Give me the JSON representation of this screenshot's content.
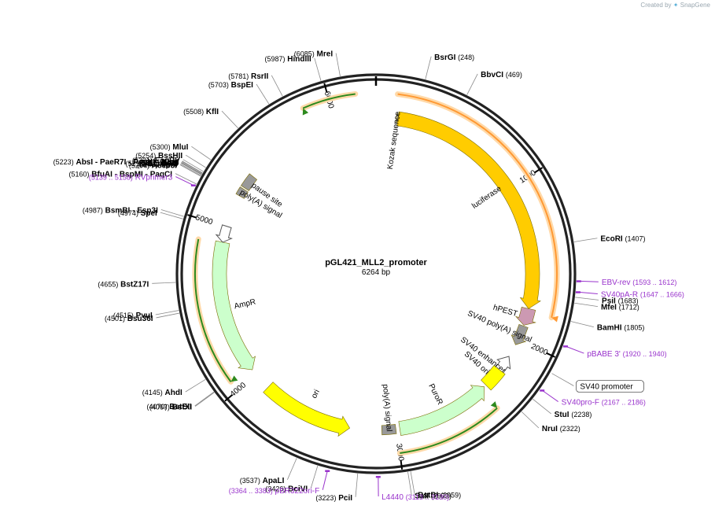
{
  "watermark": {
    "created_by": "Created by",
    "logo_icon": "snapgene-logo-icon",
    "brand": "SnapGene"
  },
  "plasmid": {
    "name": "pGL421_MLL2_promoter",
    "size": "6264 bp",
    "total_bp": 6264
  },
  "ticks": [
    {
      "bp": 0,
      "label": ""
    },
    {
      "bp": 1000,
      "label": "1000"
    },
    {
      "bp": 2000,
      "label": "2000"
    },
    {
      "bp": 3000,
      "label": "3000"
    },
    {
      "bp": 4000,
      "label": "4000"
    },
    {
      "bp": 5000,
      "label": "5000"
    },
    {
      "bp": 6000,
      "label": "6000"
    }
  ],
  "features": [
    {
      "name": "luciferase",
      "label": "luciferase",
      "start": 140,
      "end": 1790,
      "strand": 1,
      "type": "cds",
      "color": "#ffcc00"
    },
    {
      "name": "hPEST",
      "label": "hPEST",
      "start": 1790,
      "end": 1900,
      "strand": 1,
      "type": "cds",
      "color": "#cc99b2"
    },
    {
      "name": "sv40-polya",
      "label": "SV40 poly(A) signal",
      "start": 1905,
      "end": 2035,
      "strand": 1,
      "type": "terminator",
      "color": "#999999"
    },
    {
      "name": "sv40-enhancer",
      "label": "SV40 enhancer",
      "start": 2120,
      "end": 2310,
      "strand": -1,
      "type": "enhancer",
      "color": "#ffffff"
    },
    {
      "name": "sv40-ori",
      "label": "SV40 ori",
      "start": 2225,
      "end": 2355,
      "strand": 0,
      "type": "ori",
      "color": "#ffff00"
    },
    {
      "name": "puror",
      "label": "PuroR",
      "start": 2370,
      "end": 2980,
      "strand": -1,
      "type": "cds",
      "color": "#ccffcc"
    },
    {
      "name": "bgh-polya",
      "label": "poly(A) signal",
      "start": 3005,
      "end": 3095,
      "strand": 0,
      "type": "terminator",
      "color": "#999999"
    },
    {
      "name": "ori",
      "label": "ori",
      "start": 3300,
      "end": 3890,
      "strand": -1,
      "type": "ori",
      "color": "#ffff00"
    },
    {
      "name": "ampr",
      "label": "AmpR",
      "start": 4040,
      "end": 4900,
      "strand": -1,
      "type": "cds",
      "color": "#ccffcc"
    },
    {
      "name": "ampr-promoter",
      "label": "",
      "start": 4900,
      "end": 5005,
      "strand": -1,
      "type": "promoter",
      "color": "#ffffff"
    },
    {
      "name": "polya-signal-2",
      "label": "poly(A) signal",
      "start": 5215,
      "end": 5265,
      "strand": 0,
      "type": "terminator",
      "color": "#999999"
    },
    {
      "name": "pause-site",
      "label": "pause site",
      "start": 5275,
      "end": 5365,
      "strand": 0,
      "type": "misc",
      "color": "#999999"
    },
    {
      "name": "kozak",
      "label": "Kozak sequence",
      "start": 130,
      "end": 140,
      "strand": 0,
      "type": "misc",
      "color": "#999999"
    }
  ],
  "orf_arrows": [
    {
      "name": "orf-luciferase",
      "start": 120,
      "end": 1810,
      "strand": 1
    },
    {
      "name": "orf-puror",
      "start": 2400,
      "end": 3000,
      "strand": -1
    },
    {
      "name": "orf-ampr",
      "start": 4060,
      "end": 4890,
      "strand": -1
    },
    {
      "name": "orf-upper",
      "start": 5850,
      "end": 6150,
      "strand": -1
    }
  ],
  "sites": [
    {
      "name": "MreI",
      "pos": "(6085)",
      "bp": 6085
    },
    {
      "name": "HindIII",
      "pos": "(5987)",
      "bp": 5987
    },
    {
      "name": "RsrII",
      "pos": "(5781)",
      "bp": 5781
    },
    {
      "name": "BspEI",
      "pos": "(5703)",
      "bp": 5703
    },
    {
      "name": "KflI",
      "pos": "(5508)",
      "bp": 5508
    },
    {
      "name": "MluI",
      "pos": "(5300)",
      "bp": 5300
    },
    {
      "name": "BssHII",
      "pos": "(5254)",
      "bp": 5254
    },
    {
      "name": "EcoRV",
      "pos": "(5231)",
      "bp": 5231
    },
    {
      "name": "AbsI - PaeR7I - PspXI - XhoI",
      "pos": "(5223)",
      "bp": 5223
    },
    {
      "name": "BmtI",
      "pos": "(5221)",
      "bp": 5221
    },
    {
      "name": "NheI",
      "pos": "(5217)",
      "bp": 5217
    },
    {
      "name": "SacI",
      "pos": "(5215)",
      "bp": 5215
    },
    {
      "name": "Eco53kI",
      "pos": "(5213)",
      "bp": 5213
    },
    {
      "name": "KpnI",
      "pos": "(5208)",
      "bp": 5208
    },
    {
      "name": "Acc65I",
      "pos": "(5204)",
      "bp": 5204
    },
    {
      "name": "BfuAI - BspMI - PaqCI",
      "pos": "(5160)",
      "bp": 5160
    },
    {
      "name": "BsmBI - Esp3I",
      "pos": "(4987)",
      "bp": 4987
    },
    {
      "name": "SpeI",
      "pos": "(4974)",
      "bp": 4974
    },
    {
      "name": "BstZ17I",
      "pos": "(4655)",
      "bp": 4655
    },
    {
      "name": "PvuI",
      "pos": "(4515)",
      "bp": 4515
    },
    {
      "name": "Bsu36I",
      "pos": "(4501)",
      "bp": 4501
    },
    {
      "name": "AhdI",
      "pos": "(4145)",
      "bp": 4145
    },
    {
      "name": "BstEII",
      "pos": "(4070)",
      "bp": 4070
    },
    {
      "name": "BstXI",
      "pos": "(4067)",
      "bp": 4067
    },
    {
      "name": "ApaLI",
      "pos": "(3537)",
      "bp": 3537
    },
    {
      "name": "BciVI",
      "pos": "(3426)",
      "bp": 3426
    },
    {
      "name": "PciI",
      "pos": "(3223)",
      "bp": 3223
    },
    {
      "name": "SalI",
      "pos": "(2973)",
      "bp": 2973
    },
    {
      "name": "BstBI",
      "pos": "(2959)",
      "bp": 2959
    },
    {
      "name": "NruI",
      "pos": "(2322)",
      "bp": 2322
    },
    {
      "name": "StuI",
      "pos": "(2238)",
      "bp": 2238
    },
    {
      "name": "BamHI",
      "pos": "(1805)",
      "bp": 1805
    },
    {
      "name": "MfeI",
      "pos": "(1712)",
      "bp": 1712
    },
    {
      "name": "PsiI",
      "pos": "(1683)",
      "bp": 1683
    },
    {
      "name": "EcoRI",
      "pos": "(1407)",
      "bp": 1407
    },
    {
      "name": "BbvCI",
      "pos": "(469)",
      "bp": 469
    },
    {
      "name": "BsrGI",
      "pos": "(248)",
      "bp": 248
    }
  ],
  "primers": [
    {
      "name": "RVprimer3",
      "range": "(5139 .. 5158)",
      "bp": 5148
    },
    {
      "name": "EBV-rev",
      "range": "(1593 .. 1612)",
      "bp": 1602
    },
    {
      "name": "SV40pA-R",
      "range": "(1647 .. 1666)",
      "bp": 1656
    },
    {
      "name": "pBABE 3'",
      "range": "(1920 .. 1940)",
      "bp": 1930
    },
    {
      "name": "SV40pro-F",
      "range": "(2167 .. 2186)",
      "bp": 2176
    },
    {
      "name": "pBR322ori-F",
      "range": "(3364 .. 3383)",
      "bp": 3373
    },
    {
      "name": "L4440",
      "range": "(3113 .. 3130)",
      "bp": 3121
    }
  ],
  "boxed_labels": [
    {
      "name": "SV40 promoter",
      "bp": 2080
    }
  ],
  "colors": {
    "backbone": "#222222",
    "primer": "#9933cc",
    "orf_outline": "#ff9933",
    "orf_fill": "#2d8a1e",
    "site_text": "#000000",
    "pos_text": "#000000"
  }
}
